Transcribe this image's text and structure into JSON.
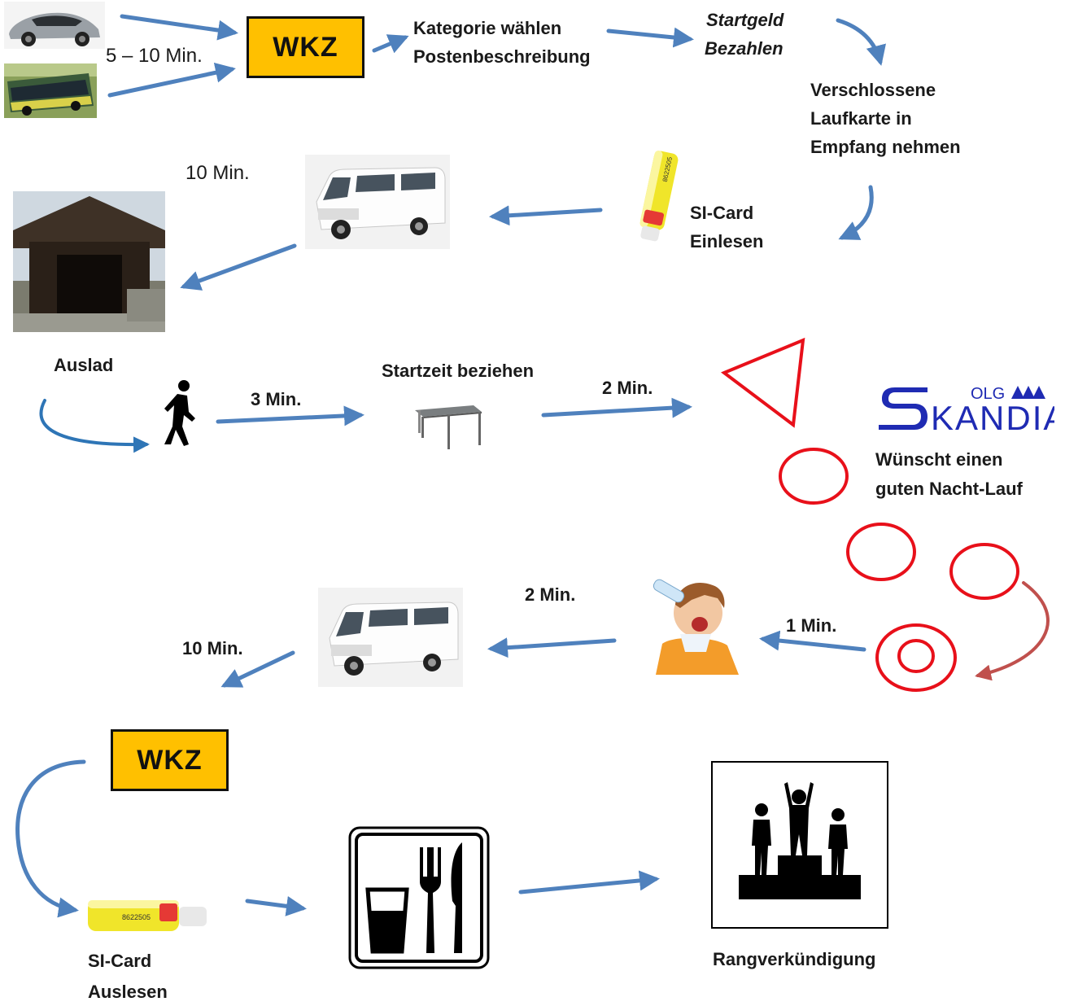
{
  "wkz_top": "WKZ",
  "wkz_bottom": "WKZ",
  "arrival_time": "5 – 10 Min.",
  "step_category": [
    "Kategorie wählen",
    "Postenbeschreibung"
  ],
  "step_fee": [
    "Startgeld",
    "Bezahlen"
  ],
  "step_card": [
    "Verschlossene",
    "Laufkarte in",
    "Empfang nehmen"
  ],
  "step_si_read": [
    "SI-Card",
    "Einlesen"
  ],
  "bus_time_top": "10 Min.",
  "step_unload": "Auslad",
  "walk_time": "3 Min.",
  "step_starttime": "Startzeit beziehen",
  "start_time": "2 Min.",
  "logo": {
    "prefix": "OLG",
    "name": "SKANDIA"
  },
  "wish": [
    "Wünscht einen",
    "guten Nacht-Lauf"
  ],
  "finish_time": "1 Min.",
  "drink_time": "2 Min.",
  "bus_time_bottom": "10 Min.",
  "step_si_out": [
    "SI-Card",
    "Auslesen"
  ],
  "step_ceremony": "Rangverkündigung",
  "colors": {
    "arrow": "#4f81bd",
    "curve": "#2e75b6",
    "control": "#e8101a",
    "finish_arrow": "#c0504d",
    "wkz": "#ffc000"
  }
}
